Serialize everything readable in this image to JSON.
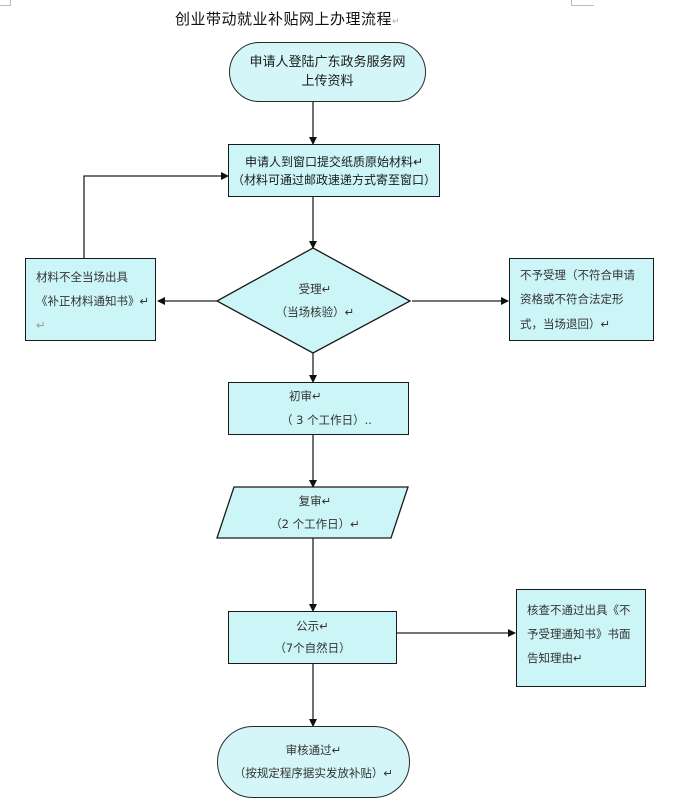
{
  "title": "创业带动就业补贴网上办理流程",
  "paragraph_mark": "↵",
  "colors": {
    "node_fill": "#ccf5f7",
    "stroke": "#1a1a1a",
    "background": "#ffffff"
  },
  "nodes": {
    "start": {
      "line1": "申请人登陆广东政务服务网",
      "line2": "上传资料"
    },
    "submit": {
      "line1": "申请人到窗口提交纸质原始材料↵",
      "line2": "（材料可通过邮政速递方式寄至窗口）"
    },
    "accept": {
      "line1": "受理↵",
      "line2": "（当场核验）↵"
    },
    "incomplete": {
      "line1": "材料不全当场出具",
      "line2": "《补正材料通知书》↵",
      "line3": "↵"
    },
    "reject": {
      "line1": "不予受理（不符合申请",
      "line2": "资格或不符合法定形",
      "line3": "式，当场退回）↵"
    },
    "first_review": {
      "line1": "初审↵",
      "line2": "（ 3 个工作日）.."
    },
    "second_review": {
      "line1": "复审↵",
      "line2": "（2 个工作日）↵"
    },
    "publicity": {
      "line1": "公示↵",
      "line2": "（7个自然日）"
    },
    "verify_fail": {
      "line1": "核查不通过出具《不",
      "line2": "予受理通知书》书面",
      "line3": "告知理由↵"
    },
    "end": {
      "line1": "审核通过↵",
      "line2": "（按规定程序据实发放补贴）↵"
    }
  }
}
